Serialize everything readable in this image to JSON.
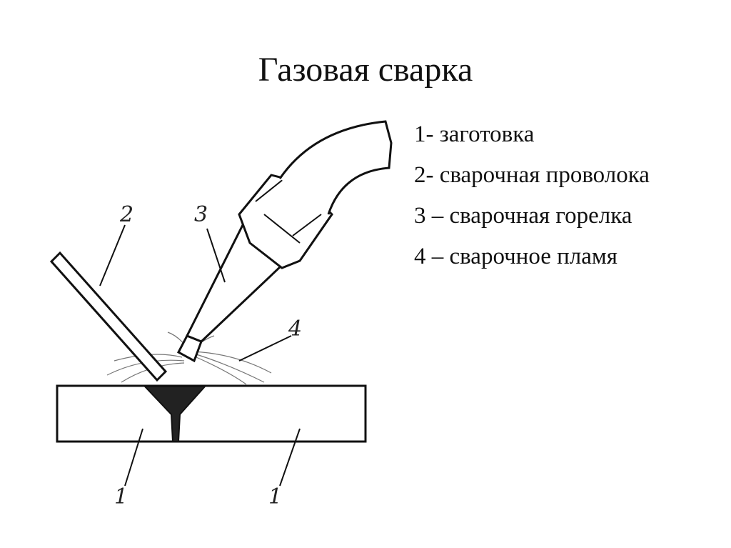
{
  "slide": {
    "title": "Газовая сварка",
    "legend": [
      "1- заготовка",
      "2- сварочная проволока",
      "3 – сварочная горелка",
      "4 – сварочное пламя"
    ]
  },
  "diagram": {
    "labels": {
      "wire": "2",
      "torch": "3",
      "flame": "4",
      "workpiece_left": "1",
      "workpiece_right": "1"
    }
  }
}
